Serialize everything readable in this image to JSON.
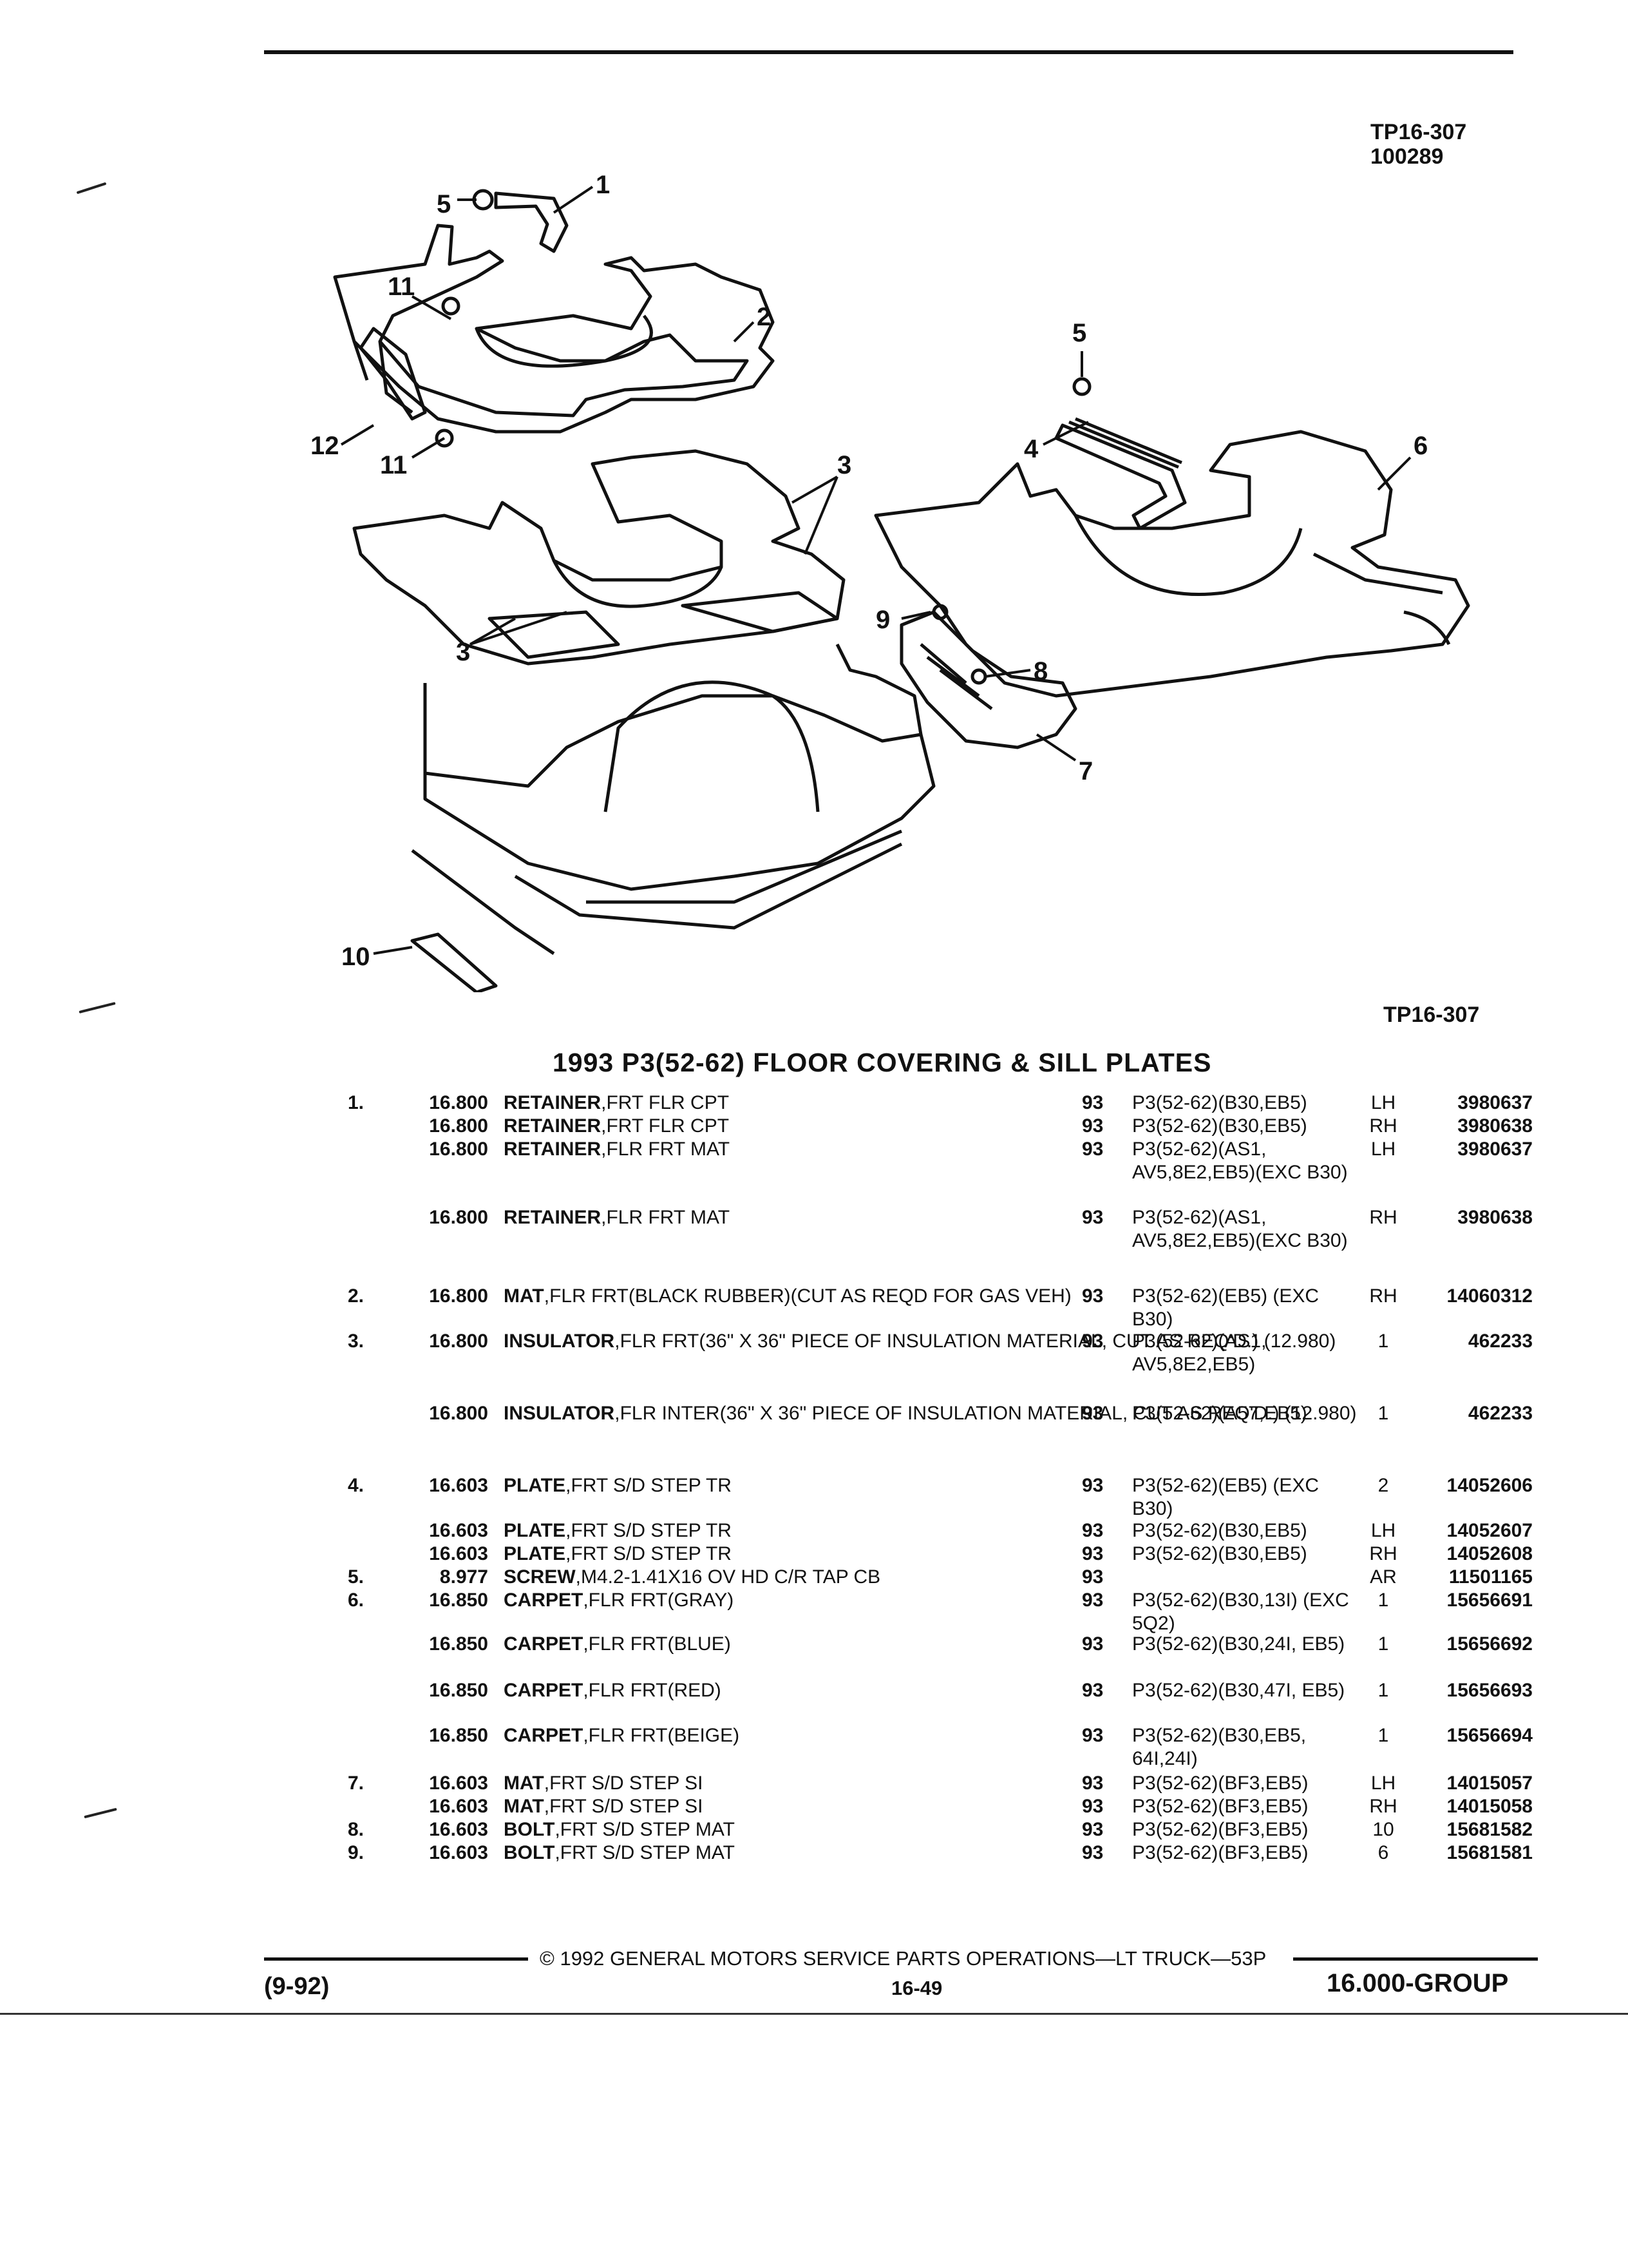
{
  "header": {
    "code": "TP16-307",
    "number": "100289"
  },
  "diagram": {
    "callouts": [
      "1",
      "2",
      "3",
      "3",
      "4",
      "5",
      "5",
      "6",
      "7",
      "8",
      "9",
      "10",
      "11",
      "11",
      "12"
    ],
    "caption": "TP16-307"
  },
  "section_title": "1993 P3(52-62) FLOOR COVERING & SILL PLATES",
  "parts": [
    {
      "ref": "1.",
      "group": "16.800",
      "name": "RETAINER",
      "desc": ",FRT FLR CPT",
      "year": "93",
      "models": "P3(52-62)(B30,EB5)",
      "qty": "LH",
      "part_no": "3980637"
    },
    {
      "ref": "",
      "group": "16.800",
      "name": "RETAINER",
      "desc": ",FRT FLR CPT",
      "year": "93",
      "models": "P3(52-62)(B30,EB5)",
      "qty": "RH",
      "part_no": "3980638"
    },
    {
      "ref": "",
      "group": "16.800",
      "name": "RETAINER",
      "desc": ",FLR FRT MAT",
      "year": "93",
      "models": "P3(52-62)(AS1, AV5,8E2,EB5)(EXC B30)",
      "qty": "LH",
      "part_no": "3980637"
    },
    {
      "ref": "",
      "group": "16.800",
      "name": "RETAINER",
      "desc": ",FLR FRT MAT",
      "year": "93",
      "models": "P3(52-62)(AS1, AV5,8E2,EB5)(EXC B30)",
      "qty": "RH",
      "part_no": "3980638"
    },
    {
      "ref": "2.",
      "group": "16.800",
      "name": "MAT",
      "desc": ",FLR FRT(BLACK RUBBER)(CUT AS REQD FOR GAS VEH)",
      "year": "93",
      "models": "P3(52-62)(EB5) (EXC B30)",
      "qty": "RH",
      "part_no": "14060312"
    },
    {
      "ref": "3.",
      "group": "16.800",
      "name": "INSULATOR",
      "desc": ",FLR FRT(36\" X 36\" PIECE OF INSULATION MATERIAL, CUT AS REQ'D.) (12.980)",
      "year": "93",
      "models": "P3(52-62)(AS1, AV5,8E2,EB5)",
      "qty": "1",
      "part_no": "462233"
    },
    {
      "ref": "",
      "group": "16.800",
      "name": "INSULATOR",
      "desc": ",FLR INTER(36\" X 36\" PIECE OF INSULATION MATERIAL, CUT AS REQ'D.) (12.980)",
      "year": "93",
      "models": "P3(52-62)(A57,EB5)",
      "qty": "1",
      "part_no": "462233"
    },
    {
      "ref": "4.",
      "group": "16.603",
      "name": "PLATE",
      "desc": ",FRT S/D STEP TR",
      "year": "93",
      "models": "P3(52-62)(EB5) (EXC B30)",
      "qty": "2",
      "part_no": "14052606"
    },
    {
      "ref": "",
      "group": "16.603",
      "name": "PLATE",
      "desc": ",FRT S/D STEP TR",
      "year": "93",
      "models": "P3(52-62)(B30,EB5)",
      "qty": "LH",
      "part_no": "14052607"
    },
    {
      "ref": "",
      "group": "16.603",
      "name": "PLATE",
      "desc": ",FRT S/D STEP TR",
      "year": "93",
      "models": "P3(52-62)(B30,EB5)",
      "qty": "RH",
      "part_no": "14052608"
    },
    {
      "ref": "5.",
      "group": "8.977",
      "name": "SCREW",
      "desc": ",M4.2-1.41X16 OV HD C/R TAP CB",
      "year": "93",
      "models": "",
      "qty": "AR",
      "part_no": "11501165"
    },
    {
      "ref": "6.",
      "group": "16.850",
      "name": "CARPET",
      "desc": ",FLR FRT(GRAY)",
      "year": "93",
      "models": "P3(52-62)(B30,13I) (EXC 5Q2)",
      "qty": "1",
      "part_no": "15656691"
    },
    {
      "ref": "",
      "group": "16.850",
      "name": "CARPET",
      "desc": ",FLR FRT(BLUE)",
      "year": "93",
      "models": "P3(52-62)(B30,24I, EB5)",
      "qty": "1",
      "part_no": "15656692"
    },
    {
      "ref": "",
      "group": "16.850",
      "name": "CARPET",
      "desc": ",FLR FRT(RED)",
      "year": "93",
      "models": "P3(52-62)(B30,47I, EB5)",
      "qty": "1",
      "part_no": "15656693"
    },
    {
      "ref": "",
      "group": "16.850",
      "name": "CARPET",
      "desc": ",FLR FRT(BEIGE)",
      "year": "93",
      "models": "P3(52-62)(B30,EB5, 64I,24I)",
      "qty": "1",
      "part_no": "15656694"
    },
    {
      "ref": "7.",
      "group": "16.603",
      "name": "MAT",
      "desc": ",FRT S/D STEP SI",
      "year": "93",
      "models": "P3(52-62)(BF3,EB5)",
      "qty": "LH",
      "part_no": "14015057"
    },
    {
      "ref": "",
      "group": "16.603",
      "name": "MAT",
      "desc": ",FRT S/D STEP SI",
      "year": "93",
      "models": "P3(52-62)(BF3,EB5)",
      "qty": "RH",
      "part_no": "14015058"
    },
    {
      "ref": "8.",
      "group": "16.603",
      "name": "BOLT",
      "desc": ",FRT S/D STEP MAT",
      "year": "93",
      "models": "P3(52-62)(BF3,EB5)",
      "qty": "10",
      "part_no": "15681582"
    },
    {
      "ref": "9.",
      "group": "16.603",
      "name": "BOLT",
      "desc": ",FRT S/D STEP MAT",
      "year": "93",
      "models": "P3(52-62)(BF3,EB5)",
      "qty": "6",
      "part_no": "15681581"
    }
  ],
  "footer": {
    "copyright": "© 1992 GENERAL MOTORS SERVICE PARTS OPERATIONS—LT TRUCK—53P",
    "date": "(9-92)",
    "page": "16-49",
    "group": "16.000-GROUP"
  }
}
